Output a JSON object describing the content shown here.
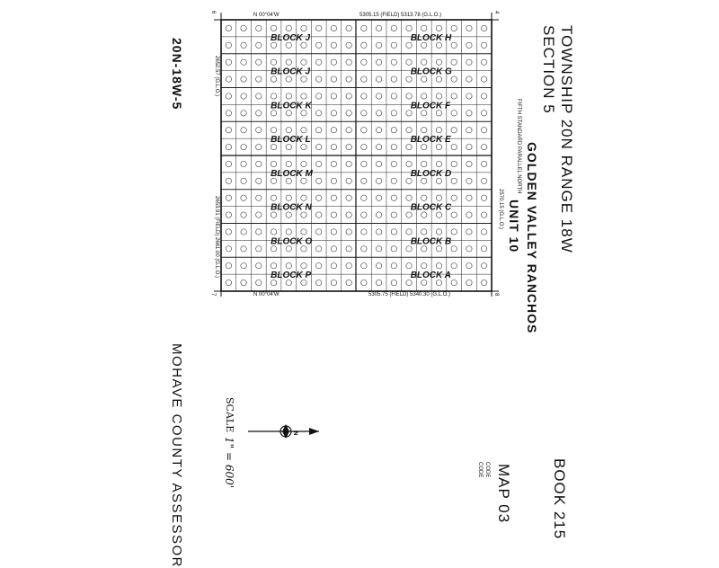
{
  "map": {
    "township_line": "TOWNSHIP 20N RANGE 18W",
    "section_line": "SECTION 5",
    "subdivision_line1": "GOLDEN VALLEY RANCHOS",
    "subdivision_line2": "UNIT 10",
    "parallel_label": "FIFTH STANDARD PARALLEL NORTH",
    "book_label": "BOOK 215",
    "map_label": "MAP 03",
    "code_line1": "CODE",
    "code_line2": "CODE",
    "assessor_label": "MOHAVE COUNTY ASSESSOR",
    "parcel_id": "20N-18W-5",
    "scale_word": "SCALE",
    "scale_value": "1\" = 600'",
    "top_bearing": "N 00°04'W",
    "top_distance": "5305.15 (FIELD) 5313.78 (G.L.O.)",
    "bottom_bearing": "N 00°04'W",
    "bottom_distance": "5305.75 (FIELD) 5340.30 (G.L.O.)",
    "left_distance_upper": "2652.57 (G.L.O.)",
    "left_distance_lower": "2653.91 (FIELD) 2661.00 (G.L.O.)",
    "right_distance": "2570.15 (G.L.O.)",
    "corner_top_left": "6",
    "corner_top_right": "4",
    "corner_bottom_left": "7",
    "corner_bottom_right": "8",
    "blocks_right": [
      "H",
      "G",
      "F",
      "E",
      "D",
      "C",
      "B",
      "A"
    ],
    "blocks_left": [
      "J",
      "J",
      "K",
      "L",
      "M",
      "N",
      "O",
      "P"
    ],
    "block_word": "BLOCK"
  }
}
